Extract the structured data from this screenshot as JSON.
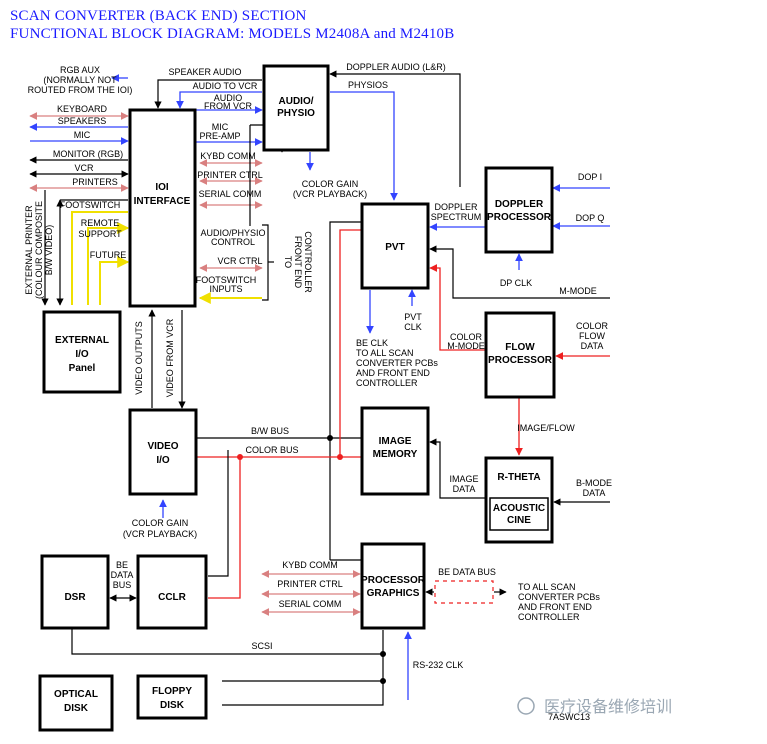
{
  "title": {
    "line1": "SCAN CONVERTER (BACK END) SECTION",
    "line2": "FUNCTIONAL BLOCK DIAGRAM: MODELS M2408A and M2410B"
  },
  "blocks": {
    "ioi_1": "IOI",
    "ioi_2": "INTERFACE",
    "audio_1": "AUDIO/",
    "audio_2": "PHYSIO",
    "external_1": "EXTERNAL",
    "external_2": "I/O",
    "external_3": "Panel",
    "video_1": "VIDEO",
    "video_2": "I/O",
    "pvt": "PVT",
    "doppler_1": "DOPPLER",
    "doppler_2": "PROCESSOR",
    "flow_1": "FLOW",
    "flow_2": "PROCESSOR",
    "image_1": "IMAGE",
    "image_2": "MEMORY",
    "rtheta": "R-THETA",
    "acoustic_1": "ACOUSTIC",
    "acoustic_2": "CINE",
    "dsr": "DSR",
    "cclr": "CCLR",
    "procgfx_1": "PROCESSOR",
    "procgfx_2": "GRAPHICS",
    "optical_1": "OPTICAL",
    "optical_2": "DISK",
    "floppy_1": "FLOPPY",
    "floppy_2": "DISK"
  },
  "labels": {
    "rgb_aux_1": "RGB AUX",
    "rgb_aux_2": "(NORMALLY NOT",
    "rgb_aux_3": "ROUTED FROM THE IOI)",
    "keyboard": "KEYBOARD",
    "speakers": "SPEAKERS",
    "mic": "MIC",
    "monitor": "MONITOR (RGB)",
    "vcr": "VCR",
    "printers": "PRINTERS",
    "footswitch": "FOOTSWITCH",
    "remote_1": "REMOTE",
    "remote_2": "SUPPORT",
    "future": "FUTURE",
    "ext_printer_1": "EXTERNAL PRINTER",
    "ext_printer_2": "(COLOUR COMPOSITE",
    "ext_printer_3": "B/W VIDEO)",
    "speaker_audio": "SPEAKER AUDIO",
    "audio_to_vcr": "AUDIO TO VCR",
    "audio_from_vcr_1": "AUDIO",
    "audio_from_vcr_2": "FROM VCR",
    "mic_preamp_1": "MIC",
    "mic_preamp_2": "PRE-AMP",
    "kybd_comm": "KYBD COMM",
    "printer_ctrl": "PRINTER CTRL",
    "serial_comm": "SERIAL COMM",
    "audio_physio_ctrl_1": "AUDIO/PHYSIO",
    "audio_physio_ctrl_2": "CONTROL",
    "vcr_ctrl": "VCR CTRL",
    "footswitch_inputs_1": "FOOTSWITCH",
    "footswitch_inputs_2": "INPUTS",
    "to_front_end_1": "TO",
    "to_front_end_2": "FRONT END",
    "to_front_end_3": "CONTROLLER",
    "doppler_audio": "DOPPLER AUDIO (L&R)",
    "physios": "PHYSIOS",
    "color_gain_1": "COLOR GAIN",
    "color_gain_2": "(VCR PLAYBACK)",
    "doppler_spectrum_1": "DOPPLER",
    "doppler_spectrum_2": "SPECTRUM",
    "dop_i": "DOP I",
    "dop_q": "DOP Q",
    "dp_clk": "DP CLK",
    "m_mode": "M-MODE",
    "pvt_clk_1": "PVT",
    "pvt_clk_2": "CLK",
    "be_clk_1": "BE CLK",
    "be_clk_2": "TO ALL SCAN",
    "be_clk_3": "CONVERTER PCBs",
    "be_clk_4": "AND FRONT END",
    "be_clk_5": "CONTROLLER",
    "color_mmode_1": "COLOR",
    "color_mmode_2": "M-MODE",
    "color_flow_1": "COLOR",
    "color_flow_2": "FLOW",
    "color_flow_3": "DATA",
    "video_outputs": "VIDEO OUTPUTS",
    "video_from_vcr": "VIDEO FROM VCR",
    "bw_bus": "B/W BUS",
    "color_bus": "COLOR BUS",
    "image_flow": "IMAGE/FLOW",
    "image_data_1": "IMAGE",
    "image_data_2": "DATA",
    "bmode_1": "B-MODE",
    "bmode_2": "DATA",
    "color_gain2_1": "COLOR GAIN",
    "color_gain2_2": "(VCR PLAYBACK)",
    "be_data_bus_1": "BE",
    "be_data_bus_2": "DATA",
    "be_data_bus_3": "BUS",
    "kybd_comm2": "KYBD COMM",
    "printer_ctrl2": "PRINTER CTRL",
    "serial_comm2": "SERIAL COMM",
    "be_data_bus_r": "BE DATA BUS",
    "to_all_scan_1": "TO ALL SCAN",
    "to_all_scan_2": "CONVERTER PCBs",
    "to_all_scan_3": "AND FRONT END",
    "to_all_scan_4": "CONTROLLER",
    "scsi": "SCSI",
    "rs232": "RS-232 CLK",
    "figure_id": "7ASWC13",
    "watermark": "医疗设备维修培训"
  },
  "colors": {
    "title": "#1a1aff",
    "signal_blue": "#3344ff",
    "signal_red": "#ee2020",
    "signal_yellow": "#f0e000",
    "signal_pink": "#d98080"
  }
}
